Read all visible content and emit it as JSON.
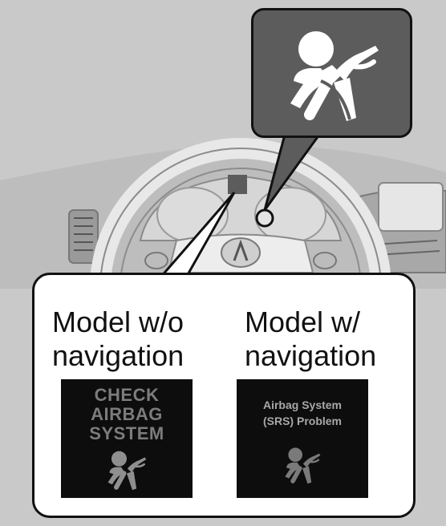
{
  "icons": {
    "main": "airbag-warning-icon",
    "display_left": "airbag-warning-icon",
    "display_right": "airbag-warning-icon"
  },
  "labels": {
    "without_nav_line1": "Model w/o",
    "without_nav_line2": "navigation",
    "with_nav_line1": "Model w/",
    "with_nav_line2": "navigation"
  },
  "display_without_nav": {
    "line1": "CHECK",
    "line2": "AIRBAG",
    "line3": "SYSTEM"
  },
  "display_with_nav": {
    "line1": "Airbag System",
    "line2": "(SRS) Problem"
  },
  "colors": {
    "callout_dark": "#5c5c5c",
    "background": "#c9c9c9",
    "screen": "#0d0d0d"
  }
}
